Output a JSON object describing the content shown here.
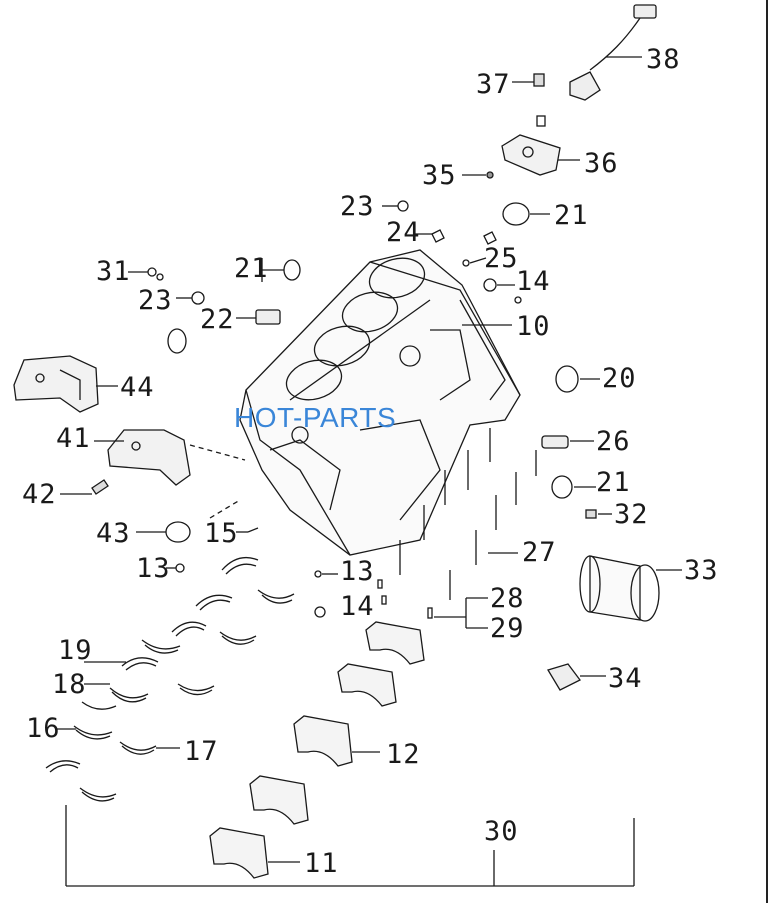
{
  "watermark": "HOT-PARTS",
  "callouts": {
    "c10": "10",
    "c11": "11",
    "c12": "12",
    "c13a": "13",
    "c13b": "13",
    "c14a": "14",
    "c14b": "14",
    "c15": "15",
    "c16": "16",
    "c17": "17",
    "c18": "18",
    "c19": "19",
    "c20": "20",
    "c21a": "21",
    "c21b": "21",
    "c21c": "21",
    "c22": "22",
    "c23a": "23",
    "c23b": "23",
    "c24": "24",
    "c25": "25",
    "c26": "26",
    "c27": "27",
    "c28": "28",
    "c29": "29",
    "c30": "30",
    "c31": "31",
    "c32": "32",
    "c33": "33",
    "c34": "34",
    "c35": "35",
    "c36": "36",
    "c37": "37",
    "c38": "38",
    "c41": "41",
    "c42": "42",
    "c43": "43",
    "c44": "44"
  },
  "colors": {
    "ink": "#1a1a1a",
    "watermark": "#3a86d8"
  }
}
